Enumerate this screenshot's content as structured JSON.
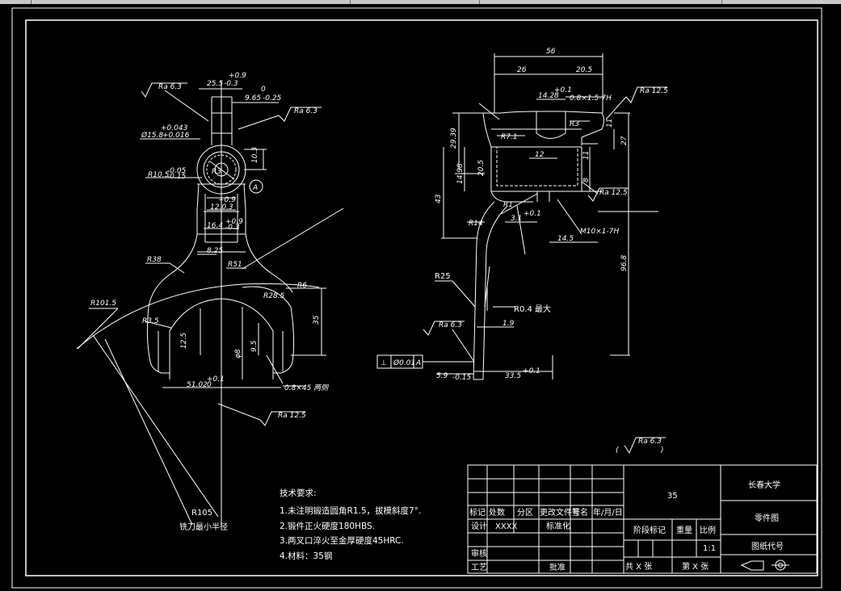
{
  "dims_left": {
    "d1": "25.5",
    "d1b": "-0.3",
    "d1a": "+0.9",
    "d2": "9.65",
    "d2b": "-0.25",
    "d2a": "0",
    "d3": "Ø15.8",
    "d3b": "+0.016",
    "d3a": "+0.043",
    "d4": "R10.5",
    "d4b": "-0.15",
    "d4a": "-0.05",
    "d5": "10.3",
    "d6": "R3",
    "d7": "A",
    "d8": "12.0.3",
    "d9": "16.4",
    "d9a": "+0.9",
    "d9b": "-0.3",
    "d10": "8.25",
    "d11": "R38",
    "d12": "R51",
    "d13": "R101.5",
    "d14": "R6",
    "d15": "R28.5",
    "d16": "35",
    "d17": "R3.5",
    "d18": "12.5",
    "d19": "9.5",
    "d20": "φ8",
    "d21": "51.02",
    "d21a": "+0.1",
    "d21b": "0",
    "d22": "0.8×45 两侧",
    "d23": "R105",
    "d24": "铣刀最小半径"
  },
  "dims_right": {
    "r1": "56",
    "r2": "26",
    "r3": "20.5",
    "r4": "14.28",
    "r4a": "+0.1",
    "r5": "0.8×1.5-7H",
    "r6": "R7.1",
    "r7": "R3",
    "r8": "29.39",
    "r9": "20.5",
    "r10": "14.98",
    "r11": "43",
    "r12": "12",
    "r13": "R1",
    "r14": "3.1",
    "r14a": "+0.1",
    "r15": "14.5",
    "r16": "M10×1-7H",
    "r17": "R14",
    "r18": "R25",
    "r19": "R0.4 最大",
    "r20": "1.9",
    "r21": "5.9",
    "r21a": "-0.15",
    "r22": "33.5",
    "r22a": "+0.1",
    "r23": "96.8",
    "r24": "27",
    "r25": "11",
    "r26": "11",
    "r27": "8"
  },
  "roughness": {
    "ra1": "Ra 6.3",
    "ra2": "Ra 6.3",
    "ra3": "Ra 12.5",
    "ra4": "Ra 12.5",
    "ra5": "Ra 12.5",
    "ra6": "Ra 6.3",
    "ra_general": "Ra 6.3",
    "paren_open": "(",
    "paren_close": ")"
  },
  "tolerance_frame": {
    "sym": "⊥",
    "value": "Ø0.01",
    "datum": "A"
  },
  "requirements": {
    "title": "技术要求:",
    "items": [
      "1.未注明锻造圆角R1.5，拔模斜度7°.",
      "2.锻件正火硬度180HBS.",
      "3.两叉口淬火至金厚硬度45HRC.",
      "4.材料：35钢"
    ]
  },
  "title_block": {
    "part_no": "35",
    "school": "长春大学",
    "drawing_name": "零件图",
    "drawing_code": "图纸代号",
    "row_headers": [
      "标记",
      "处数",
      "分区",
      "更改文件号",
      "签名",
      "年/月/日"
    ],
    "design": "设计",
    "design_val": "XXXX",
    "standardize": "标准化",
    "stage_mark": "阶段标记",
    "weight": "重量",
    "scale": "比例",
    "scale_val": "1:1",
    "check": "审核",
    "process": "工艺",
    "approve": "批准",
    "sheets": "共 X 张",
    "sheet_no": "第 X 张"
  }
}
